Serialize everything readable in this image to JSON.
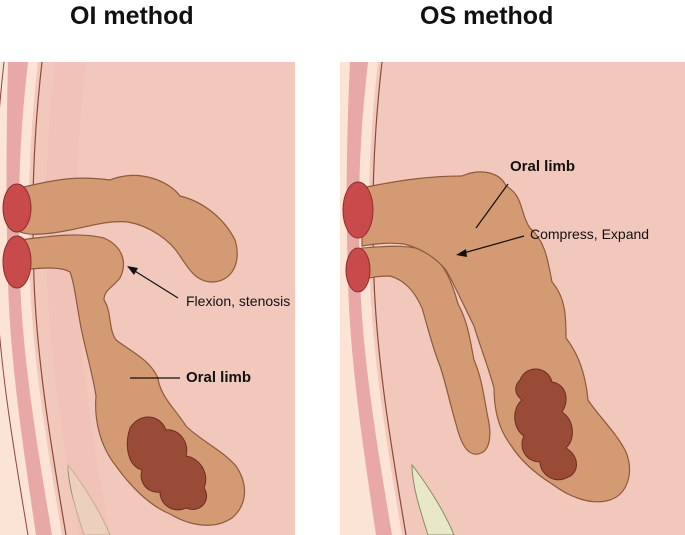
{
  "panels": [
    {
      "title": "OI method",
      "labels": {
        "flexion": "Flexion, stenosis",
        "oral_limb": "Oral limb"
      }
    },
    {
      "title": "OS method",
      "labels": {
        "oral_limb": "Oral limb",
        "compress": "Compress, Expand"
      }
    }
  ],
  "colors": {
    "background": "#f3c8bc",
    "wall_outer": "#e8a8a6",
    "wall_inner": "#fbe3d6",
    "bowel": "#d49a74",
    "bowel_edge": "#8d5a3e",
    "stool": "#9a4b38",
    "stoma": "#c94a4a"
  }
}
